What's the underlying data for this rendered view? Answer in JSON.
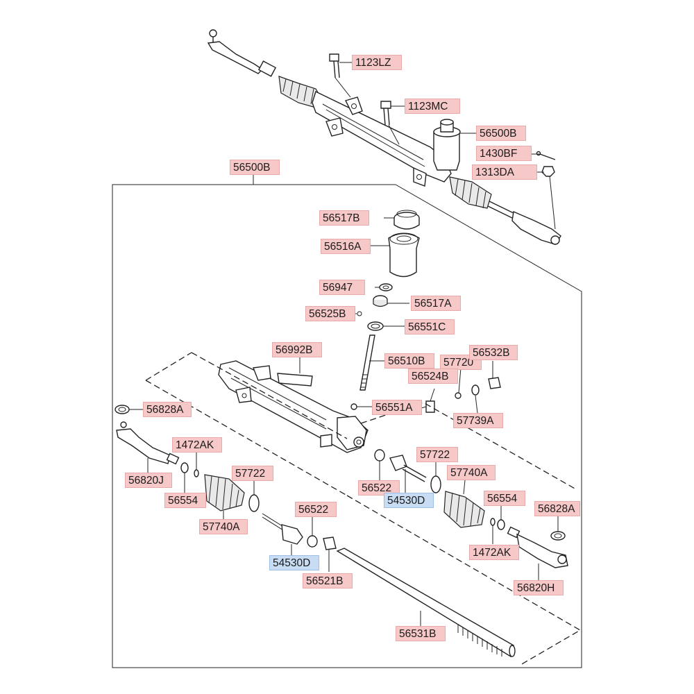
{
  "colors": {
    "label_red": "#f6c8c8",
    "label_blue": "#c8dcf4",
    "line": "#222222"
  },
  "labels": {
    "lbl_1123lz": "1123LZ",
    "lbl_1123mc": "1123MC",
    "lbl_56500b_top": "56500B",
    "lbl_1430bf": "1430BF",
    "lbl_1313da": "1313DA",
    "lbl_56500b_box": "56500B",
    "lbl_56517b": "56517B",
    "lbl_56516a": "56516A",
    "lbl_56947": "56947",
    "lbl_56517a": "56517A",
    "lbl_56525b": "56525B",
    "lbl_56551c": "56551C",
    "lbl_56992b": "56992B",
    "lbl_56510b": "56510B",
    "lbl_57720": "57720",
    "lbl_56532b": "56532B",
    "lbl_56524b": "56524B",
    "lbl_56828a_left": "56828A",
    "lbl_56551a": "56551A",
    "lbl_57739a": "57739A",
    "lbl_1472ak_left": "1472AK",
    "lbl_57722_right": "57722",
    "lbl_57740a_right": "57740A",
    "lbl_56820j": "56820J",
    "lbl_57722_left": "57722",
    "lbl_56522_right": "56522",
    "lbl_56554_left": "56554",
    "lbl_54530d_right": "54530D",
    "lbl_56554_right": "56554",
    "lbl_56828a_right": "56828A",
    "lbl_57740a_left": "57740A",
    "lbl_56522_left": "56522",
    "lbl_1472ak_right": "1472AK",
    "lbl_54530d_left": "54530D",
    "lbl_56820h": "56820H",
    "lbl_56521b": "56521B",
    "lbl_56531b": "56531B"
  }
}
